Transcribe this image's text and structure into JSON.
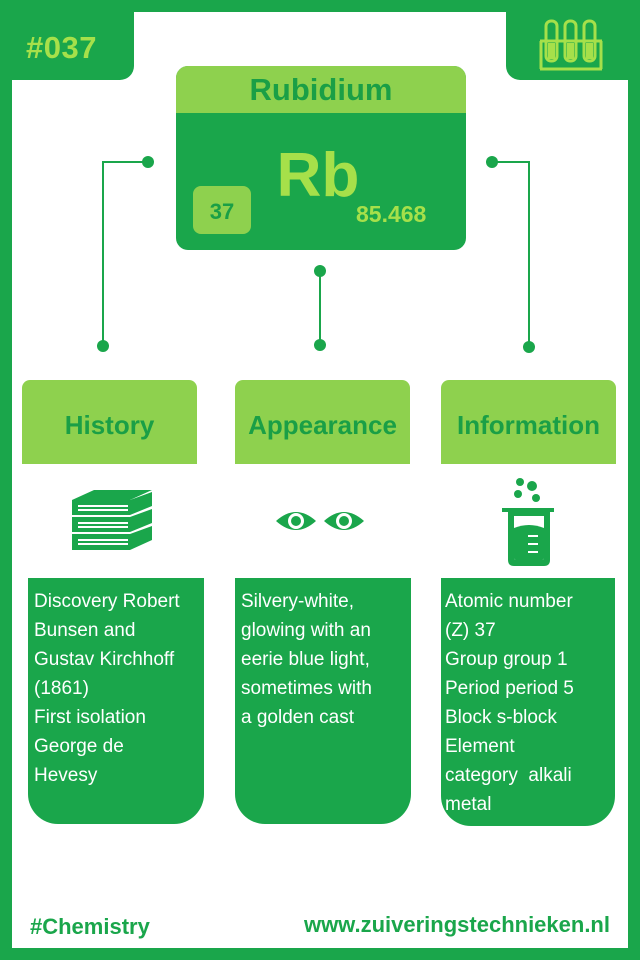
{
  "badge": {
    "number": "#037"
  },
  "element": {
    "name": "Rubidium",
    "symbol": "Rb",
    "atomic_number": "37",
    "atomic_mass": "85.468"
  },
  "sections": [
    {
      "title": "History",
      "icon": "books-icon",
      "lines": [
        "Discovery Robert",
        "Bunsen and",
        "Gustav Kirchhoff",
        "(1861)",
        "First isolation",
        "George de",
        "Hevesy"
      ]
    },
    {
      "title": "Appearance",
      "icon": "eyes-icon",
      "lines": [
        "Silvery-white,",
        "glowing with an",
        "eerie blue light,",
        "sometimes with",
        "a golden cast"
      ]
    },
    {
      "title": "Information",
      "icon": "beaker-icon",
      "lines": [
        "Atomic number",
        "(Z) 37",
        "Group group 1",
        "Period period 5",
        "Block s-block",
        "Element",
        "category  alkali",
        "metal"
      ]
    }
  ],
  "footer": {
    "hashtag": "#Chemistry",
    "website": "www.zuiveringstechnieken.nl"
  },
  "colors": {
    "primary_green": "#1aa64b",
    "light_green": "#8ed14e",
    "accent_lime": "#a6e04a",
    "background": "#ffffff"
  }
}
